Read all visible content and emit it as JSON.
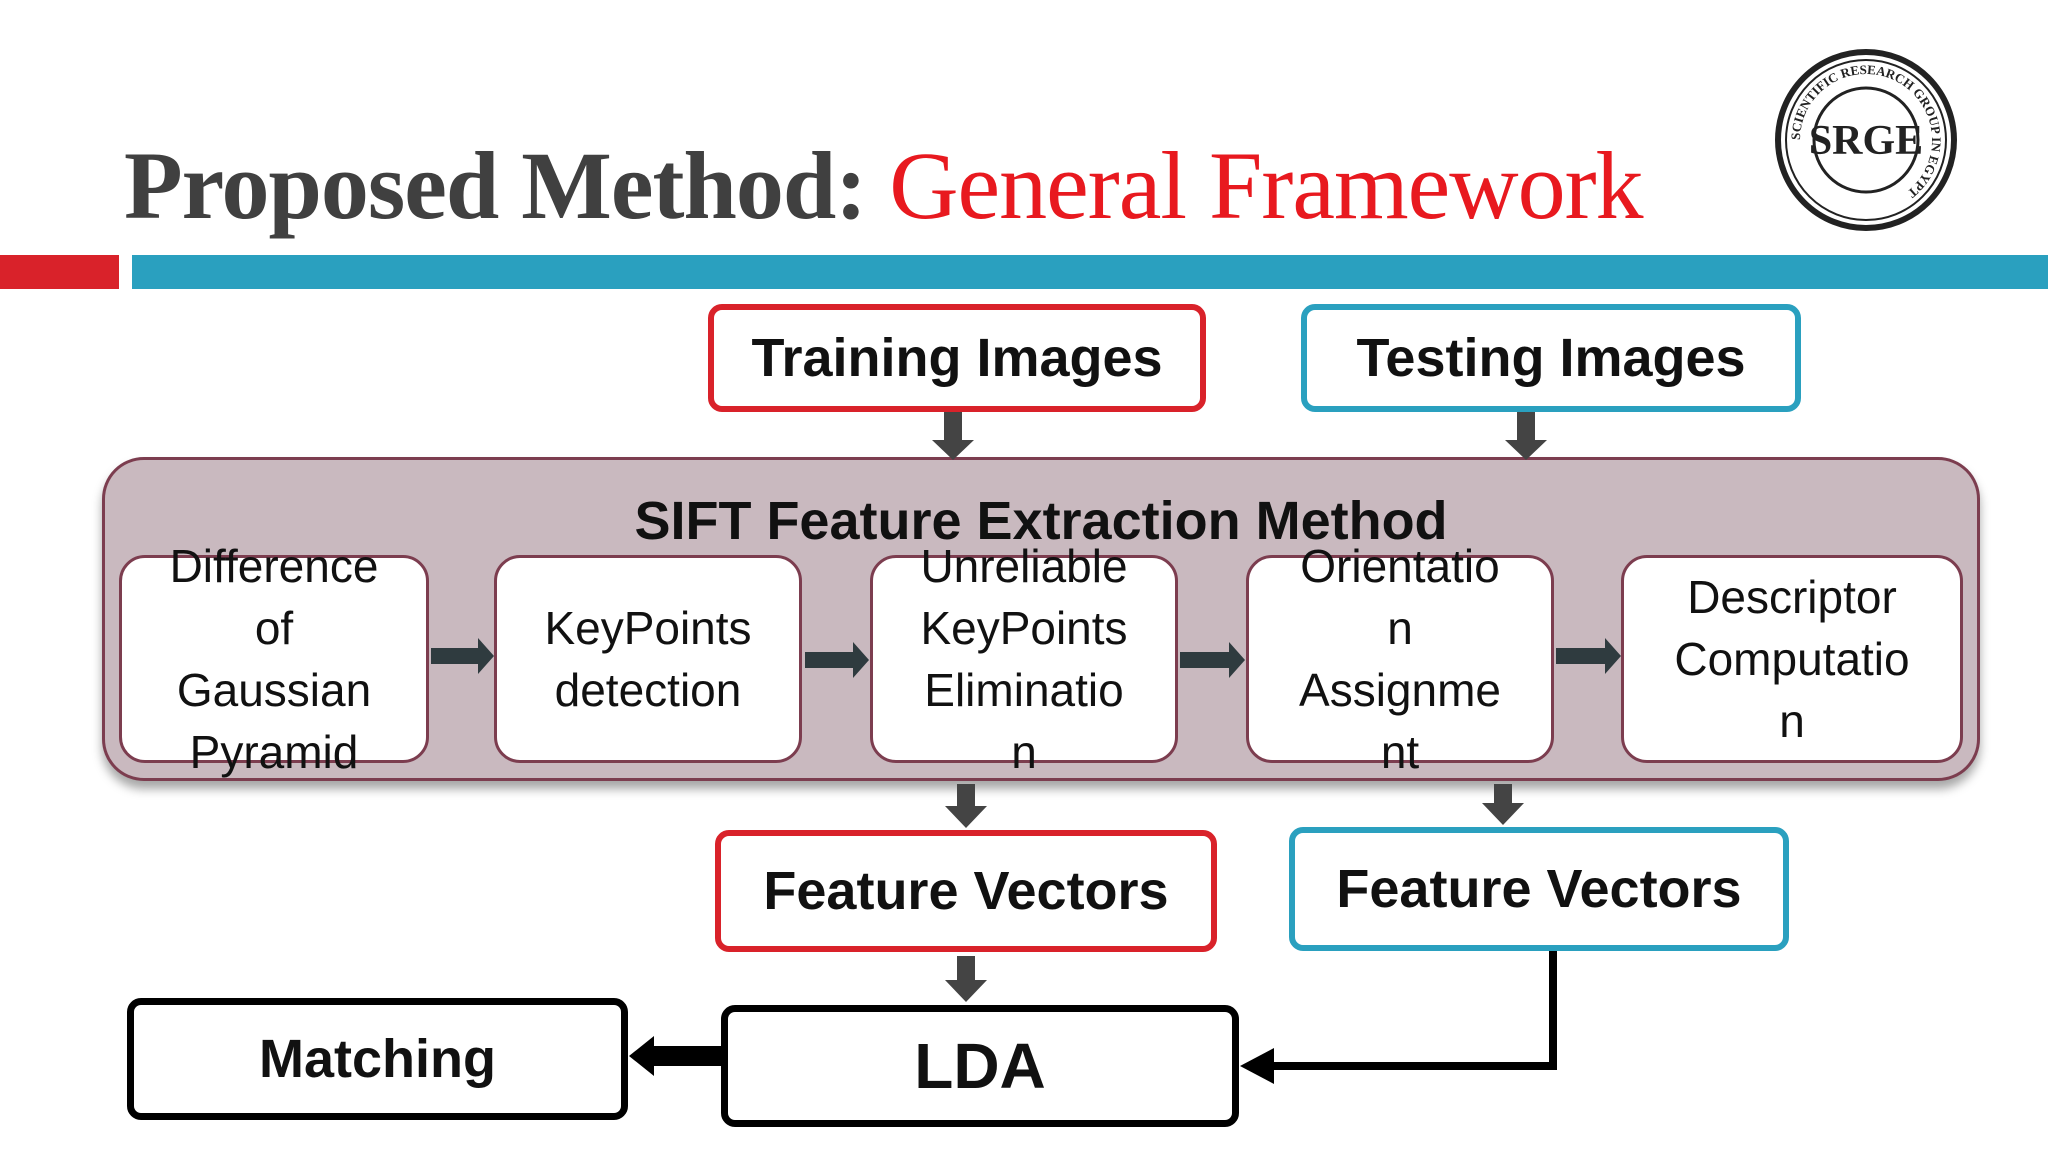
{
  "slide": {
    "title_main": "Proposed Method:",
    "title_accent": "General Framework",
    "logo_text": "SRGE",
    "logo_ring_text": "SCIENTIFIC RESEARCH GROUP IN EGYPT"
  },
  "colors": {
    "accent_red": "#d9222a",
    "accent_blue": "#2aa0bf",
    "panel_fill": "#c9b9bf",
    "panel_border": "#7c3d4f",
    "arrow": "#444444"
  },
  "diagram": {
    "training_images": "Training Images",
    "testing_images": "Testing Images",
    "sift_title": "SIFT Feature Extraction Method",
    "steps": [
      "Difference\nof\nGaussian\nPyramid",
      "KeyPoints\ndetection",
      "Unreliable\nKeyPoints\nEliminatio\nn",
      "Orientatio\nn\nAssignme\nnt",
      "Descriptor\nComputatio\nn"
    ],
    "feature_vectors_train": "Feature Vectors",
    "feature_vectors_test": "Feature Vectors",
    "lda": "LDA",
    "matching": "Matching"
  }
}
